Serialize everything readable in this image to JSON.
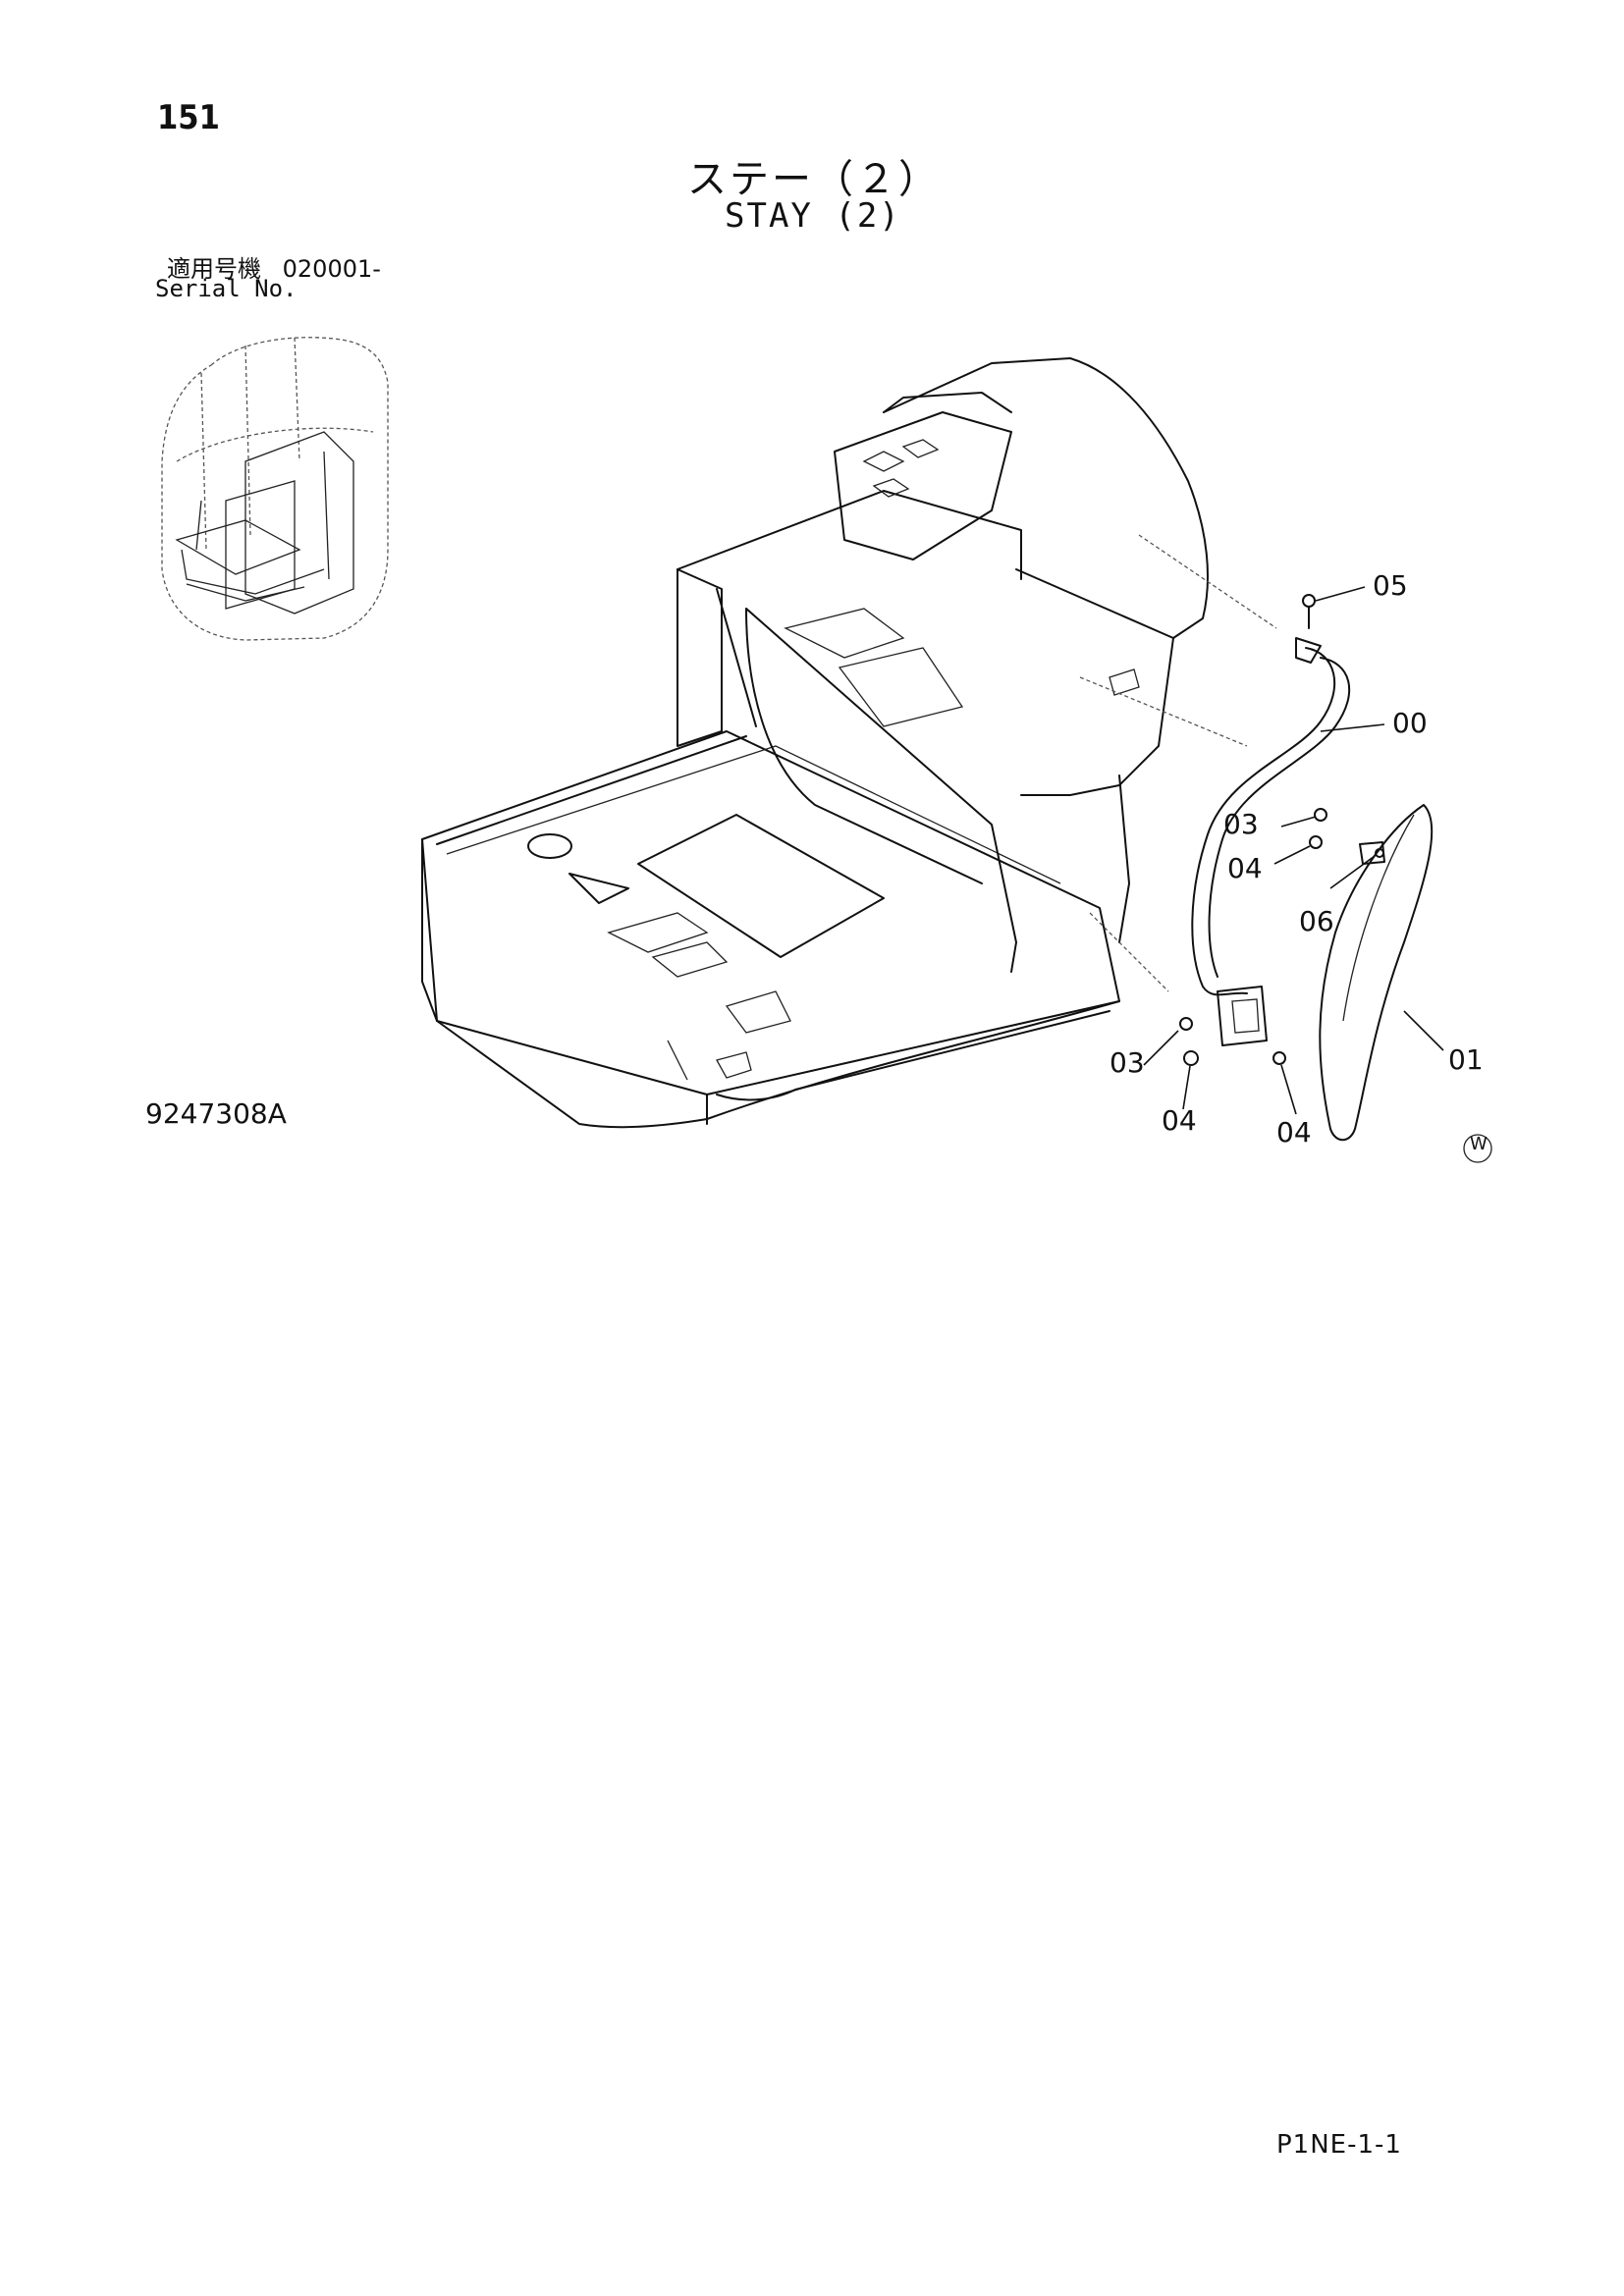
{
  "header": {
    "page_number": "151",
    "title_jp": "ステー（２）",
    "title_en": "STAY (2)"
  },
  "serial": {
    "label_jp": "適用号機",
    "number": "020001-",
    "label_en": "Serial No."
  },
  "drawing": {
    "drawing_number": "9247308A",
    "mark": "W",
    "callouts": [
      "05",
      "00",
      "03",
      "04",
      "06",
      "01",
      "03",
      "04",
      "04"
    ]
  },
  "footer": {
    "page_code": "P1NE-1-1"
  }
}
